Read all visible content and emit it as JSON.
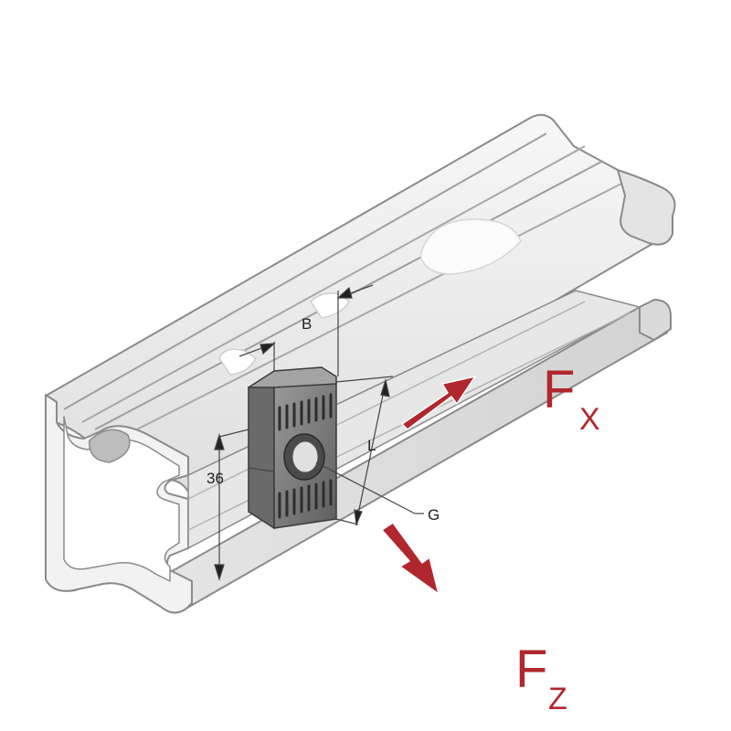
{
  "dimensions": {
    "width_label": "B",
    "height_label": "36",
    "length_label": "L",
    "thread_label": "G"
  },
  "forces": {
    "x": {
      "main": "F",
      "sub": "X"
    },
    "z": {
      "main": "F",
      "sub": "Z"
    }
  },
  "colors": {
    "force": "#b0272d",
    "rail_fill": "#ececec",
    "rail_stroke": "#8a8a8a",
    "nut_fill": "#7a7a7a",
    "nut_dark": "#3a3a3a"
  }
}
